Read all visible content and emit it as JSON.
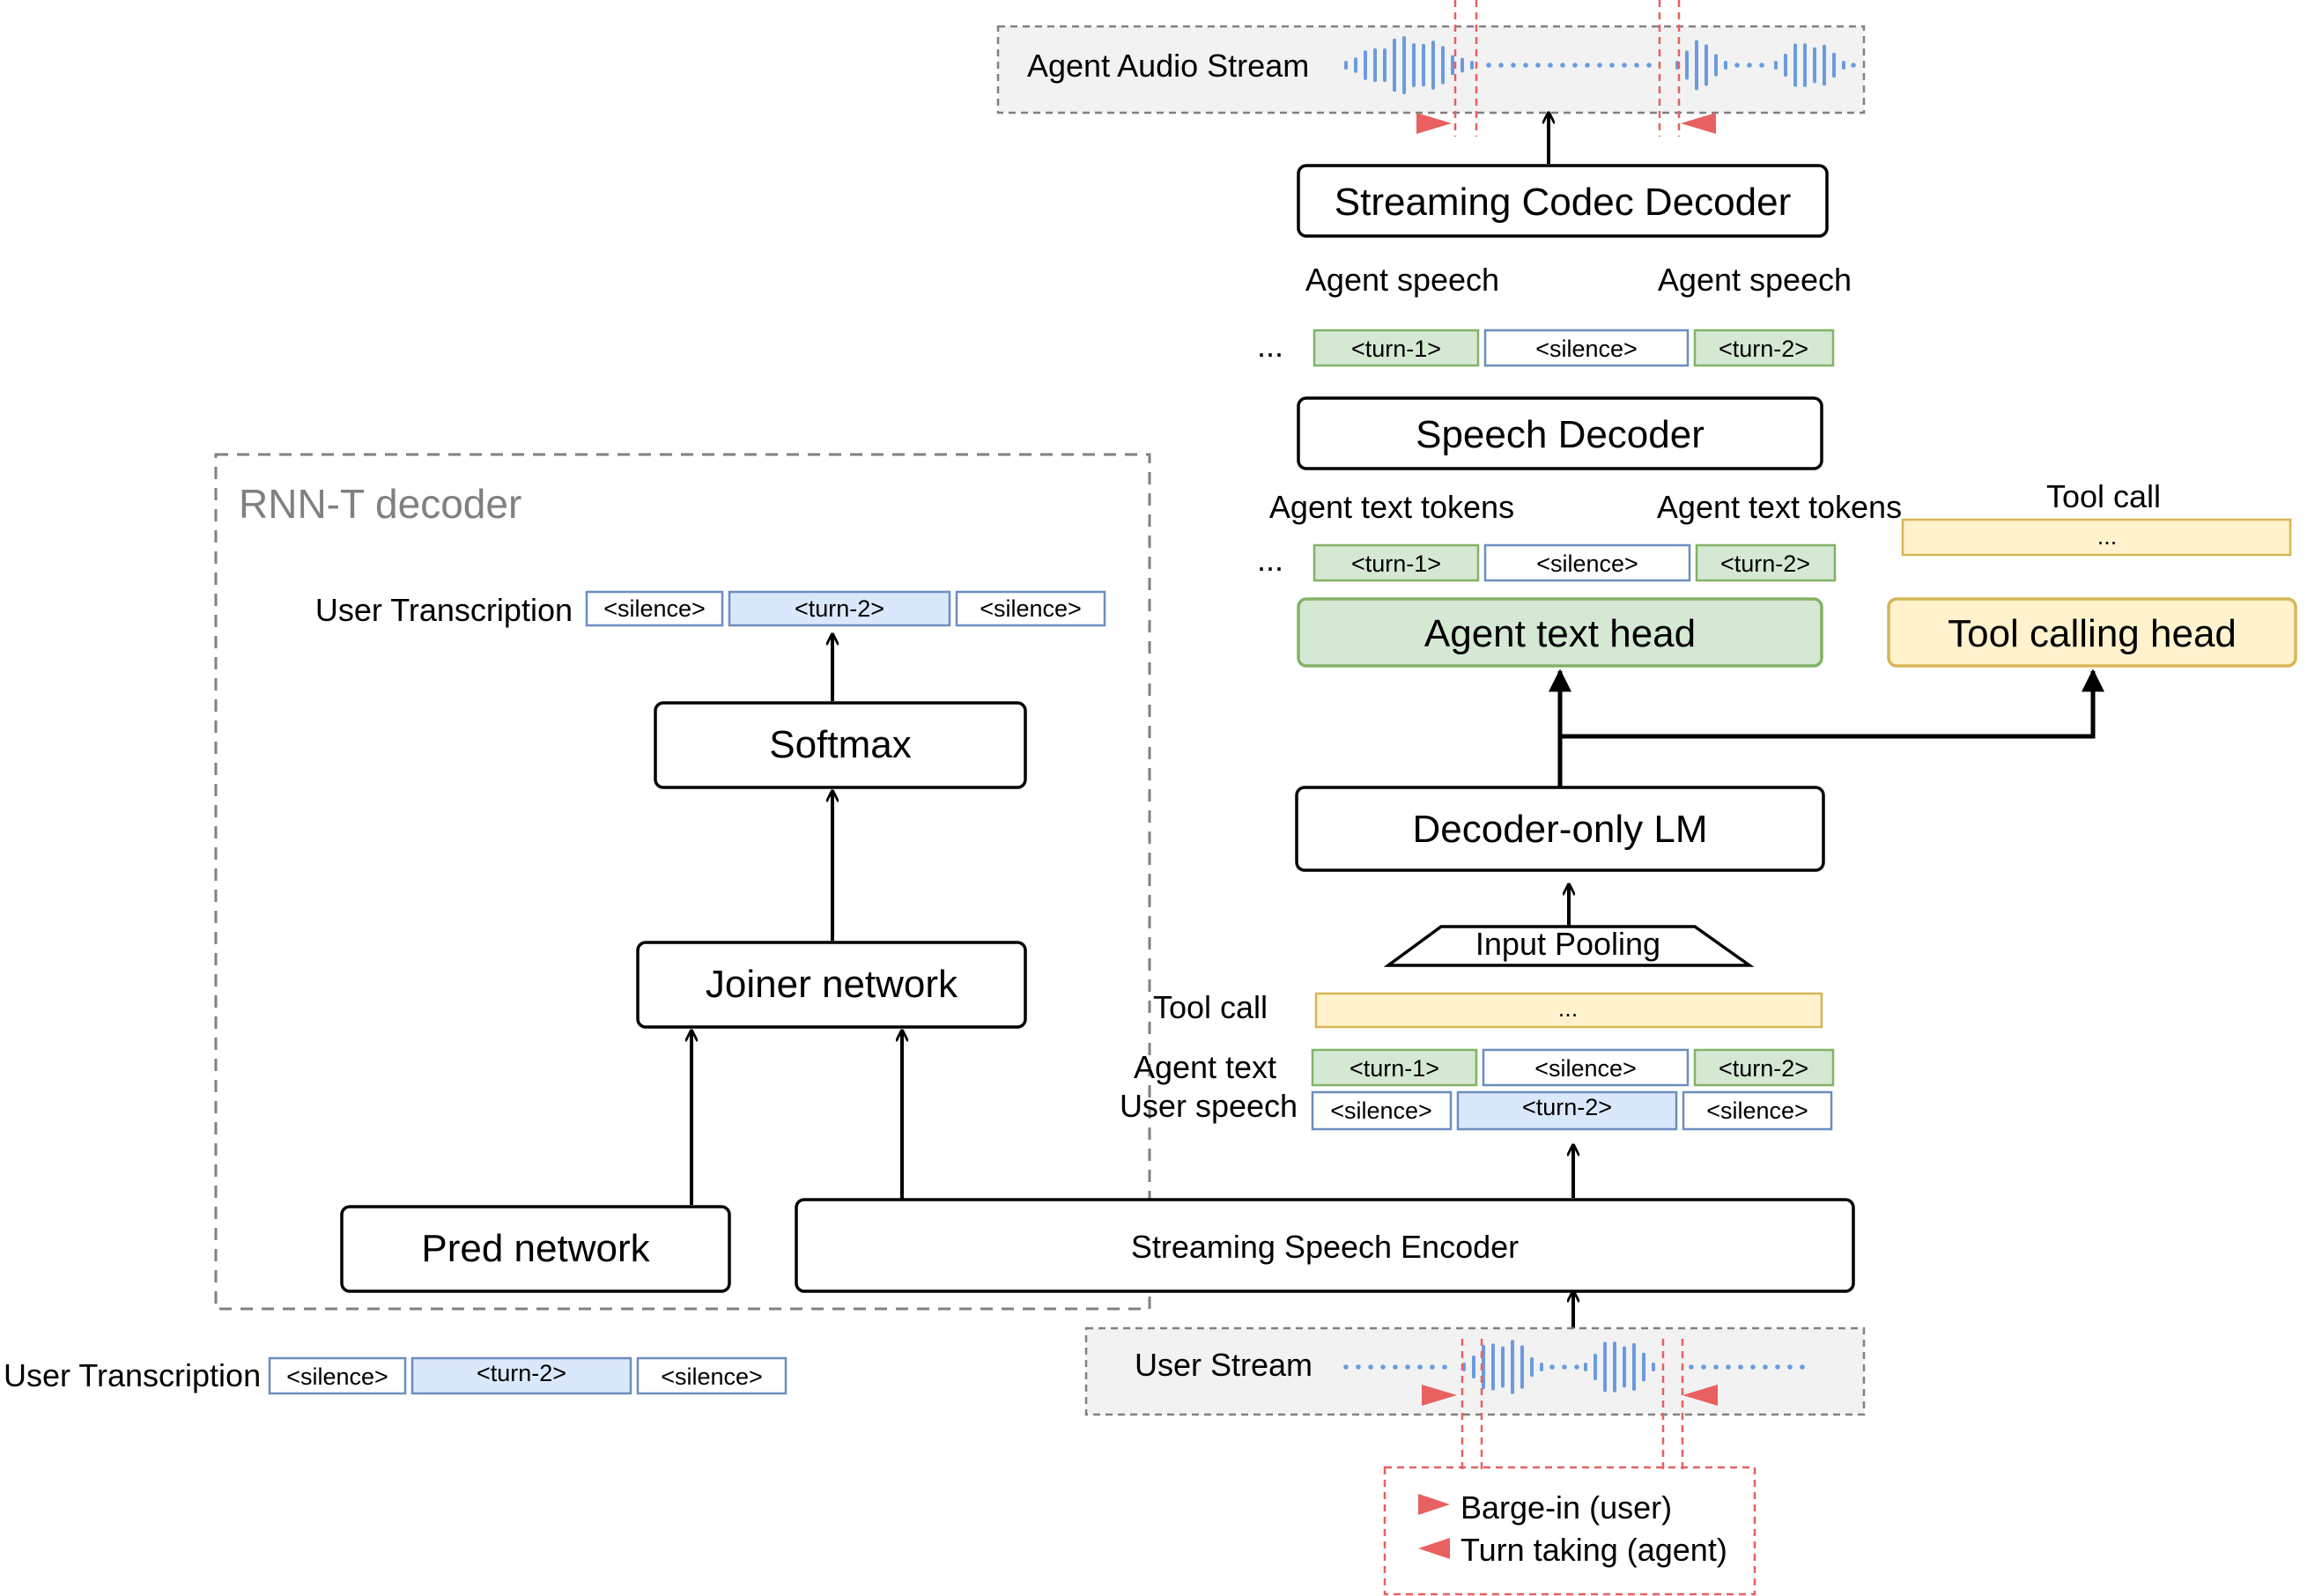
{
  "colors": {
    "agent_green_fill": "#d5e8d4",
    "agent_green_stroke": "#82b366",
    "user_blue_fill": "#dae8fc",
    "user_blue_stroke": "#6c8ebf",
    "tool_yellow_fill": "#fff2cc",
    "tool_yellow_stroke": "#d6b656",
    "waveform_blue": "#6a9be0",
    "marker_red": "#e86060",
    "stream_bg": "#f2f2f2",
    "dashed_gray": "#808080"
  },
  "icons": {
    "waveform": "audio-waveform-icon",
    "barge_in_marker": "right-pointing-red-triangle",
    "turn_taking_marker": "left-pointing-red-triangle"
  },
  "rnnt": {
    "title": "RNN-T decoder"
  },
  "blocks": {
    "codec_decoder": "Streaming Codec Decoder",
    "speech_decoder": "Speech Decoder",
    "agent_text_head": "Agent text head",
    "tool_calling_head": "Tool calling head",
    "decoder_lm": "Decoder-only LM",
    "input_pooling": "Input Pooling",
    "speech_encoder": "Streaming Speech Encoder",
    "pred_network": "Pred network",
    "joiner_network": "Joiner network",
    "softmax": "Softmax"
  },
  "labels": {
    "agent_audio_stream": "Agent Audio Stream",
    "user_stream": "User Stream",
    "agent_speech_1": "Agent speech",
    "agent_speech_2": "Agent speech",
    "agent_text_tokens_1": "Agent text tokens",
    "agent_text_tokens_2": "Agent text tokens",
    "tool_call_top": "Tool call",
    "tool_call_input": "Tool call",
    "agent_text": "Agent text",
    "user_speech": "User speech",
    "user_transcription_inner": "User Transcription",
    "user_transcription_outer": "User Transcription",
    "ellipsis_speech": "...",
    "ellipsis_text": "..."
  },
  "tokens": {
    "turn1": "<turn-1>",
    "turn2": "<turn-2>",
    "silence": "<silence>",
    "ellipsis": "..."
  },
  "legend": {
    "barge_in": "Barge-in (user)",
    "turn_taking": "Turn taking (agent)"
  }
}
